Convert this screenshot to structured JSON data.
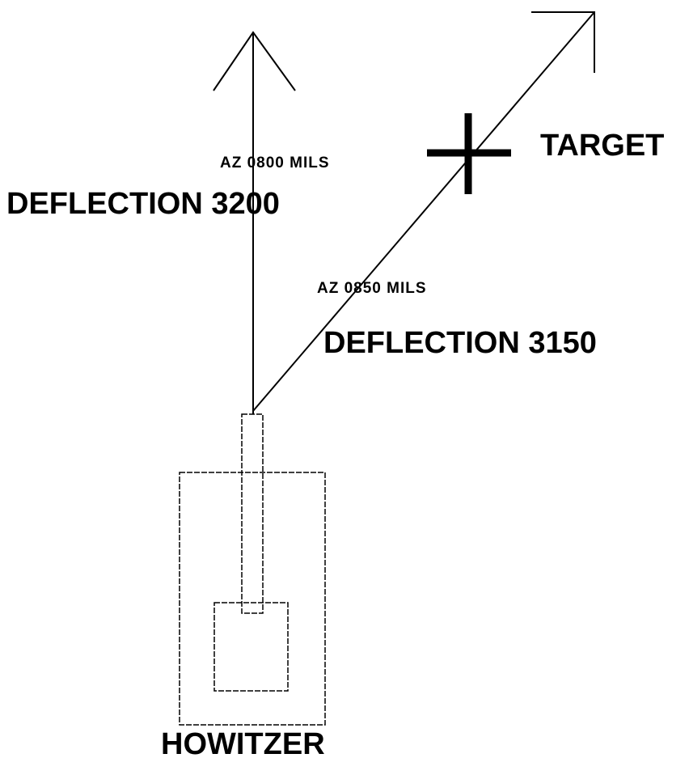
{
  "labels": {
    "target": "TARGET",
    "az_upper": "AZ 0800 MILS",
    "deflection_upper": "DEFLECTION 3200",
    "az_lower": "AZ 0850 MILS",
    "deflection_lower": "DEFLECTION 3150",
    "howitzer": "HOWITZER"
  },
  "colors": {
    "ink": "#000000",
    "background": "#ffffff"
  }
}
